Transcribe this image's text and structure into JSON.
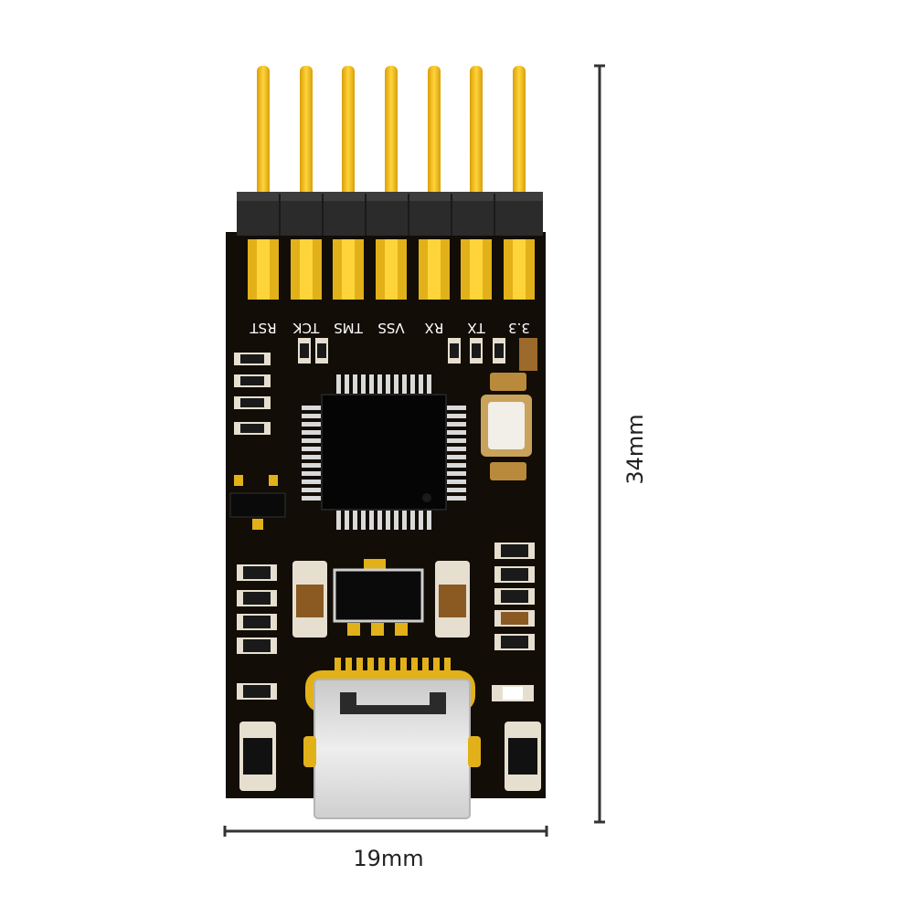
{
  "dimensions": {
    "width": "19mm",
    "height": "34mm"
  },
  "pins": [
    "RST",
    "TCK",
    "TMS",
    "VSS",
    "RX",
    "TX",
    "3.3"
  ],
  "colors": {
    "pcb": "#120d06",
    "gold": "#f4c21a",
    "gold_dark": "#d9a40e",
    "header_plastic": "#2c2c2c",
    "usb_metal": "#d7d7d7",
    "dimension_line": "#333333"
  }
}
